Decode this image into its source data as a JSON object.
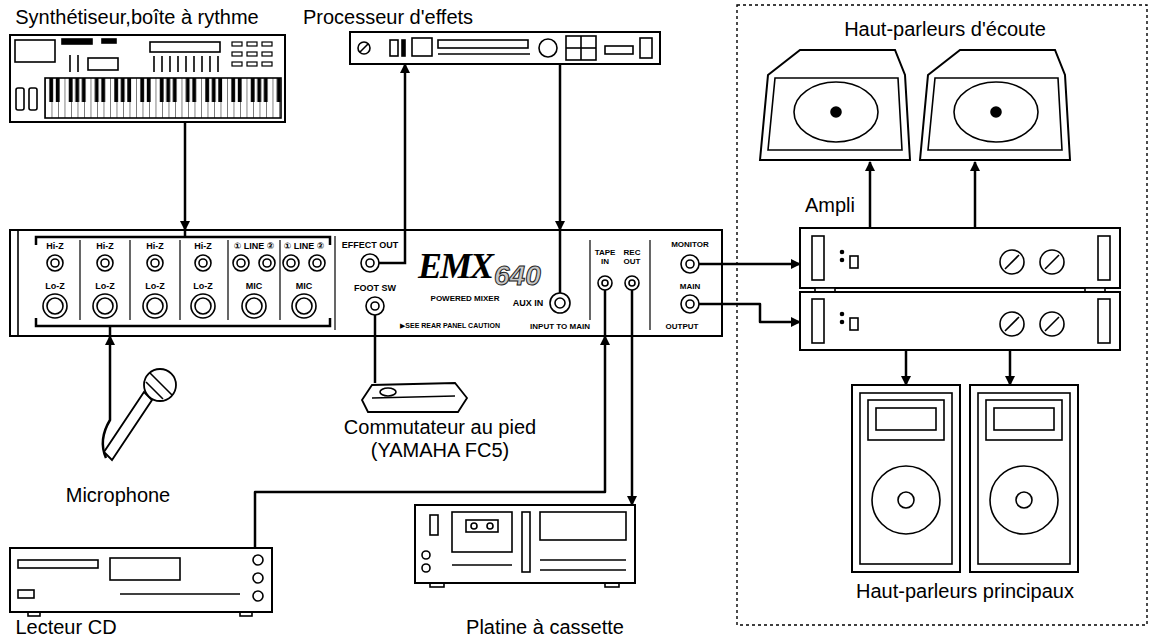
{
  "diagram": {
    "nodes": [
      {
        "text": [
          "Synthétiseur,boîte à rythme"
        ]
      },
      {
        "text": [
          "Processeur d'effets"
        ]
      },
      {
        "text": [
          "Haut-parleurs d'écoute"
        ]
      },
      {
        "text": [
          "Hi-Z",
          "Hi-Z",
          "Hi-Z",
          "Hi-Z",
          "Lo-Z",
          "Lo-Z",
          "Lo-Z",
          "Lo-Z",
          "① LINE ②",
          "① LINE ②",
          "MIC",
          "MIC",
          "EFFECT OUT",
          "FOOT SW",
          "EMX",
          "640",
          "POWERED MIXER",
          "▶SEE REAR PANEL CAUTION",
          "AUX IN",
          "INPUT TO MAIN",
          "TAPE IN",
          "REC OUT",
          "MONITOR",
          "MAIN",
          "OUTPUT"
        ]
      },
      {
        "text": [
          "Ampli"
        ]
      },
      {
        "text": [
          "Microphone"
        ]
      },
      {
        "text": [
          "Commutateur au pied (YAMAHA FC5)"
        ]
      },
      {
        "text": [
          "Haut-parleurs principaux"
        ]
      },
      {
        "text": [
          "Lecteur CD"
        ]
      },
      {
        "text": [
          "Platine à cassette"
        ]
      }
    ],
    "edges": [
      {
        "from": 0,
        "to": 3,
        "arrow": "to"
      },
      {
        "from": 3,
        "to": 1,
        "arrow": "to"
      },
      {
        "from": 1,
        "to": 3,
        "arrow": "to"
      },
      {
        "from": 3,
        "to": 4,
        "arrow": "to"
      },
      {
        "from": 3,
        "to": 4,
        "arrow": "to"
      },
      {
        "from": 4,
        "to": 2,
        "arrow": "to"
      },
      {
        "from": 4,
        "to": 2,
        "arrow": "to"
      },
      {
        "from": 4,
        "to": 7,
        "arrow": "to"
      },
      {
        "from": 4,
        "to": 7,
        "arrow": "to"
      },
      {
        "from": 5,
        "to": 3,
        "arrow": "to"
      },
      {
        "from": 6,
        "to": 3,
        "arrow": "none"
      },
      {
        "from": 8,
        "to": 3,
        "arrow": "to"
      },
      {
        "from": 3,
        "to": 9,
        "arrow": "to"
      }
    ]
  }
}
